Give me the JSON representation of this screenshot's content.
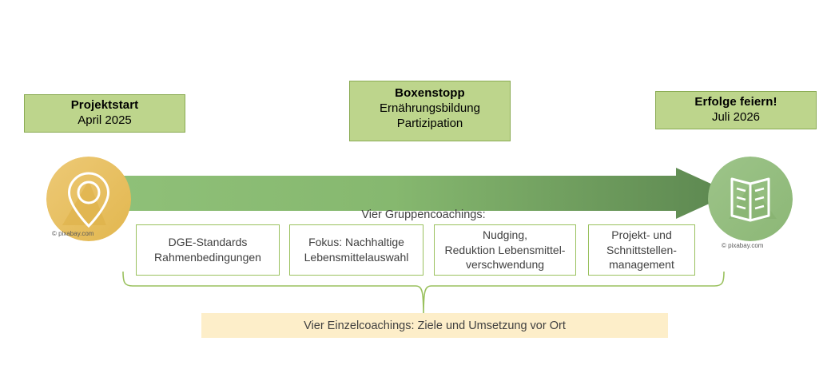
{
  "diagram": {
    "milestones": [
      {
        "name": "start",
        "title": "Projektstart",
        "subtitle": "April 2025"
      },
      {
        "name": "middle",
        "title": "Boxenstopp",
        "subtitle": "Ernährungsbildung",
        "subtitle2": "Partizipation"
      },
      {
        "name": "end",
        "title": "Erfolge feiern!",
        "subtitle": "Juli 2026"
      }
    ],
    "icons": {
      "start": {
        "semantic": "map-pin-icon",
        "credit": "© pixabay.com"
      },
      "end": {
        "semantic": "open-book-icon",
        "credit": "© pixabay.com"
      }
    },
    "group_coaching": {
      "label": "Vier Gruppencoachings:",
      "boxes": [
        {
          "line1": "DGE-Standards",
          "line2": "Rahmenbedingungen",
          "line3": ""
        },
        {
          "line1": "Fokus: Nachhaltige",
          "line2": "Lebensmittelauswahl",
          "line3": ""
        },
        {
          "line1": "Nudging,",
          "line2": "Reduktion Lebensmittel-",
          "line3": "verschwendung"
        },
        {
          "line1": "Projekt- und",
          "line2": "Schnittstellen-",
          "line3": "management"
        }
      ]
    },
    "single_coaching": {
      "label": "Vier Einzelcoachings: Ziele und Umsetzung vor Ort"
    },
    "colors": {
      "milestone_fill": "#bdd58c",
      "milestone_border": "#8aab53",
      "arrow_light": "#8fc078",
      "arrow_dark": "#5c8750",
      "circle_start": "#e8c068",
      "circle_end": "#94bd7f",
      "box_border": "#9ac15e",
      "banner_fill": "#fdeec9",
      "text": "#404040"
    }
  }
}
